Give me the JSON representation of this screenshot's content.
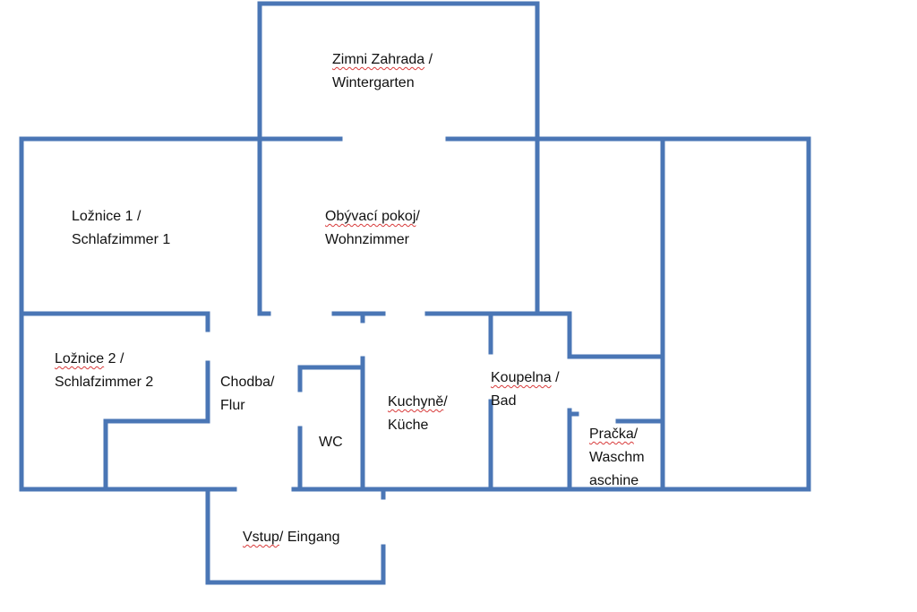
{
  "colors": {
    "wall": "#4a76b5",
    "text": "#111111",
    "spellcheck": "#d83b3b"
  },
  "rooms": {
    "wintergarden": {
      "line1_a": "Zimni Zahrada",
      "line1_b": " /",
      "line2": "Wintergarten"
    },
    "bedroom1": {
      "line1": "Ložnice 1 /",
      "line2": "Schlafzimmer 1"
    },
    "living": {
      "line1_a": "Obývací pokoj",
      "line1_b": "/",
      "line2": "Wohnzimmer"
    },
    "bedroom2": {
      "line1_a": "Ložnice",
      "line1_b": " 2 /",
      "line2": "Schlafzimmer 2"
    },
    "hallway": {
      "line1": "Chodba/",
      "line2": "Flur"
    },
    "wc": {
      "line1": "WC"
    },
    "kitchen": {
      "line1_a": "Kuchyně",
      "line1_b": "/",
      "line2": "Küche"
    },
    "bathroom": {
      "line1_a": "Koupelna",
      "line1_b": " /",
      "line2": "Bad"
    },
    "laundry": {
      "line1_a": "Pračka",
      "line1_b": "/",
      "line2": "Waschm",
      "line3": "aschine"
    },
    "entrance": {
      "line1_a": "Vstup",
      "line1_b": "/ Eingang"
    }
  }
}
